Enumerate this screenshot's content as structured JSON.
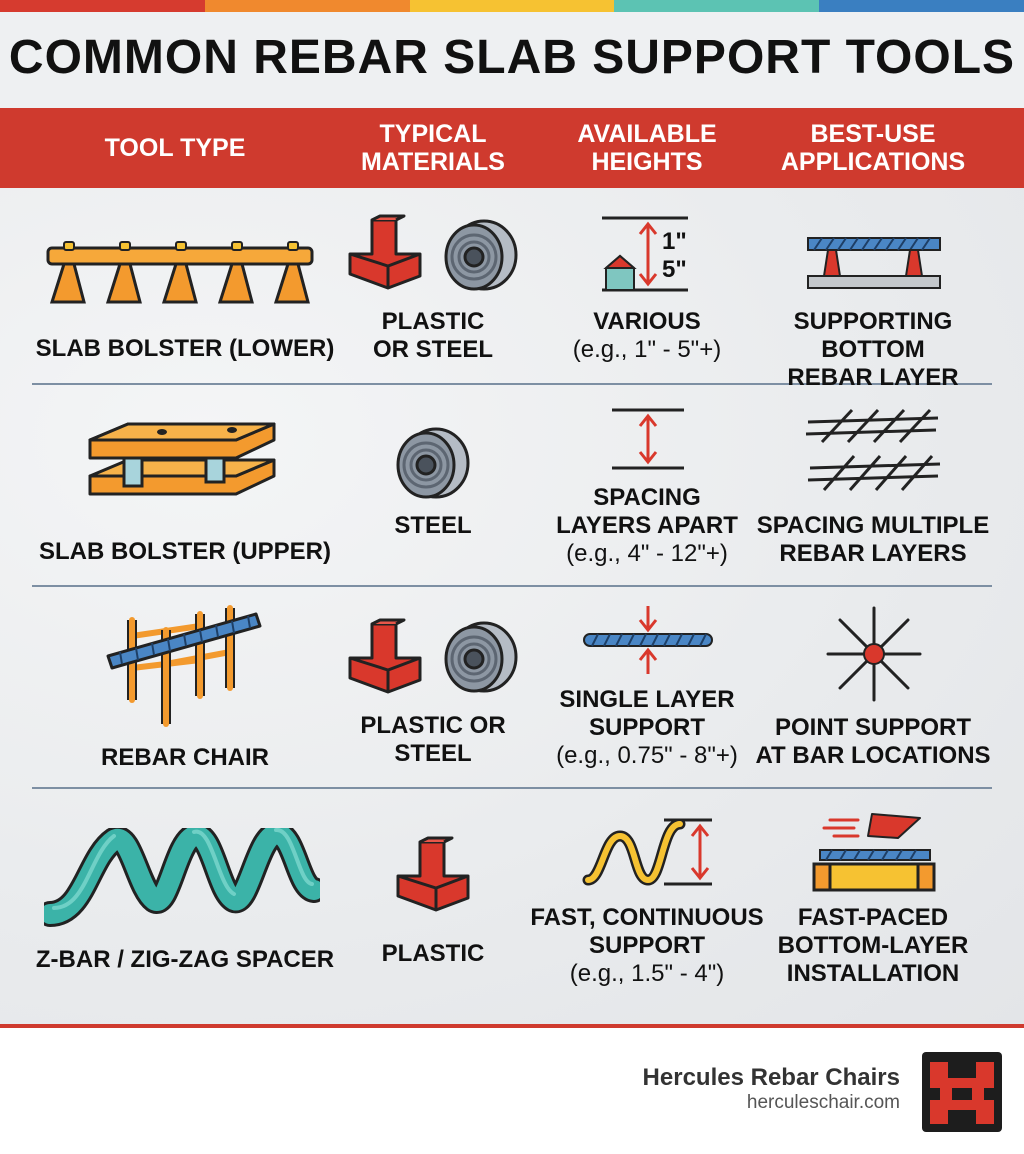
{
  "title": "COMMON REBAR SLAB SUPPORT TOOLS",
  "stripe_colors": [
    "#d63b2f",
    "#f0892e",
    "#f6c232",
    "#5cc3b3",
    "#3a7fc1"
  ],
  "colors": {
    "header_red": "#cf3a2e",
    "orange": "#f39a2e",
    "yellow": "#f6c232",
    "blue": "#4a86c5",
    "teal": "#3bb3a8",
    "steel": "#8d97a3"
  },
  "headers": {
    "tool_type": "TOOL TYPE",
    "materials_1": "TYPICAL",
    "materials_2": "MATERIALS",
    "heights_1": "AVAILABLE",
    "heights_2": "HEIGHTS",
    "apps_1": "BEST-USE",
    "apps_2": "APPLICATIONS"
  },
  "rows": [
    {
      "tool": "SLAB BOLSTER (LOWER)",
      "material_1": "PLASTIC",
      "material_2": "OR STEEL",
      "height_1": "VARIOUS",
      "height_2": "(e.g., 1\" - 5\"+)",
      "height_icon_top": "1\"",
      "height_icon_bottom": "5\"",
      "app_1": "SUPPORTING BOTTOM",
      "app_2": "REBAR LAYER",
      "icons": [
        "bolster-lower-icon",
        "plastic-block-icon",
        "steel-coil-icon",
        "height-range-icon",
        "bottom-layer-support-icon"
      ]
    },
    {
      "tool": "SLAB BOLSTER (UPPER)",
      "material_1": "STEEL",
      "height_1": "SPACING",
      "height_2": "LAYERS APART",
      "height_3": "(e.g., 4\" - 12\"+)",
      "app_1": "SPACING MULTIPLE",
      "app_2": "REBAR LAYERS",
      "icons": [
        "bolster-upper-icon",
        "steel-coil-icon",
        "spacing-arrow-icon",
        "rebar-mesh-icon"
      ]
    },
    {
      "tool": "REBAR CHAIR",
      "material_1": "PLASTIC OR",
      "material_2": "STEEL",
      "height_1": "SINGLE LAYER",
      "height_2": "SUPPORT",
      "height_3": "(e.g., 0.75\" - 8\"+)",
      "app_1": "POINT SUPPORT",
      "app_2": "AT BAR LOCATIONS",
      "icons": [
        "rebar-chair-icon",
        "plastic-block-icon",
        "steel-coil-icon",
        "single-bar-icon",
        "point-support-icon"
      ]
    },
    {
      "tool": "Z-BAR / ZIG-ZAG SPACER",
      "material_1": "PLASTIC",
      "height_1": "FAST, CONTINUOUS",
      "height_2": "SUPPORT",
      "height_3": "(e.g., 1.5\" - 4\")",
      "app_1": "FAST-PACED",
      "app_2": "BOTTOM-LAYER",
      "app_3": "INSTALLATION",
      "icons": [
        "zigzag-spacer-icon",
        "plastic-block-icon",
        "wave-height-icon",
        "fast-install-icon"
      ]
    }
  ],
  "footer": {
    "brand": "Hercules Rebar Chairs",
    "url": "herculeschair.com",
    "logo": "hercules-logo-icon"
  }
}
